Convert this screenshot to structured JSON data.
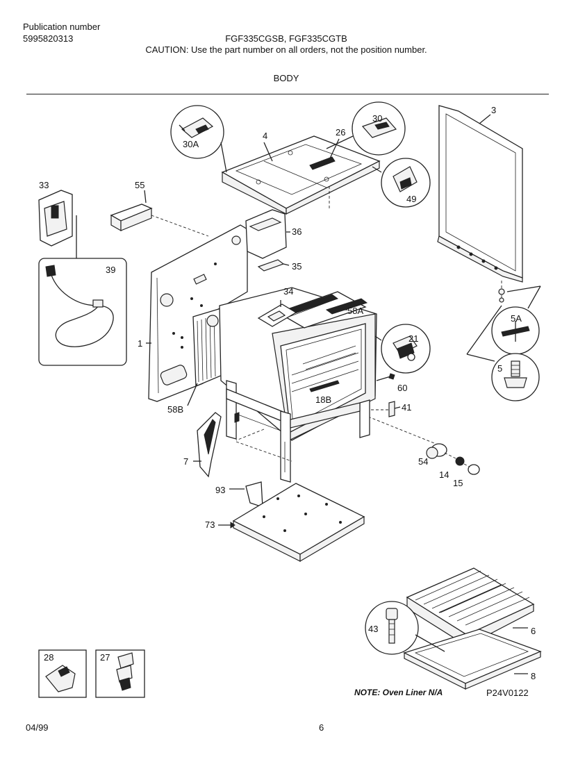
{
  "header": {
    "publication_label": "Publication number",
    "publication_number": "5995820313",
    "models": "FGF335CGSB, FGF335CGTB",
    "caution": "CAUTION:  Use the part number on all orders, not the position number.",
    "section_title": "BODY"
  },
  "callouts": {
    "p1": "1",
    "p3": "3",
    "p4": "4",
    "p5": "5",
    "p5a": "5A",
    "p6": "6",
    "p7": "7",
    "p8": "8",
    "p14": "14",
    "p15": "15",
    "p18b": "18B",
    "p21": "21",
    "p26": "26",
    "p27": "27",
    "p28": "28",
    "p30": "30",
    "p30a": "30A",
    "p33": "33",
    "p34": "34",
    "p35": "35",
    "p36": "36",
    "p39": "39",
    "p41": "41",
    "p43": "43",
    "p49": "49",
    "p54": "54",
    "p55": "55",
    "p58a": "58A",
    "p58b": "58B",
    "p60": "60",
    "p73": "73",
    "p93": "93"
  },
  "note": "NOTE: Oven Liner N/A",
  "diagram_code": "P24V0122",
  "footer": {
    "date": "04/99",
    "page": "6"
  }
}
